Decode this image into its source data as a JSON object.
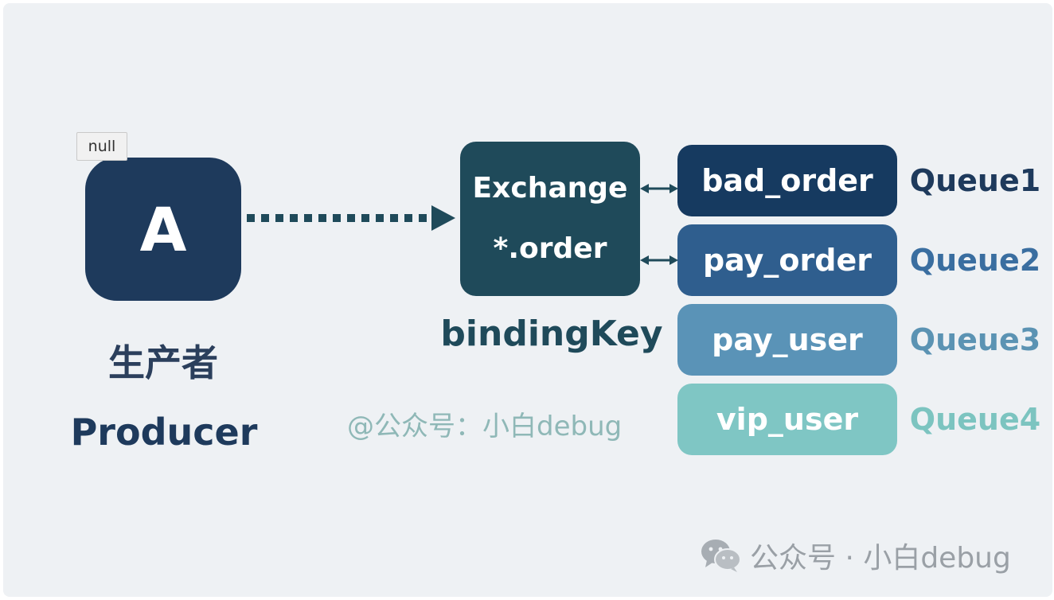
{
  "tooltip": {
    "text": "null"
  },
  "producer": {
    "letter": "A",
    "label_cn": "生产者",
    "label_en": "Producer"
  },
  "exchange": {
    "title": "Exchange",
    "routing_key": "*.order",
    "caption": "bindingKey"
  },
  "queues": [
    {
      "name": "bad_order",
      "label": "Queue1",
      "color": "#163a60",
      "label_color": "#1e3a5c"
    },
    {
      "name": "pay_order",
      "label": "Queue2",
      "color": "#2f5e8e",
      "label_color": "#3a6ea0"
    },
    {
      "name": "pay_user",
      "label": "Queue3",
      "color": "#5a93b7",
      "label_color": "#5b93b3"
    },
    {
      "name": "vip_user",
      "label": "Queue4",
      "color": "#7fc6c4",
      "label_color": "#7cc4c0"
    }
  ],
  "watermarks": {
    "center": "@公众号：小白debug",
    "corner": "公众号 · 小白debug"
  },
  "icons": {
    "wechat": "wechat-icon"
  }
}
